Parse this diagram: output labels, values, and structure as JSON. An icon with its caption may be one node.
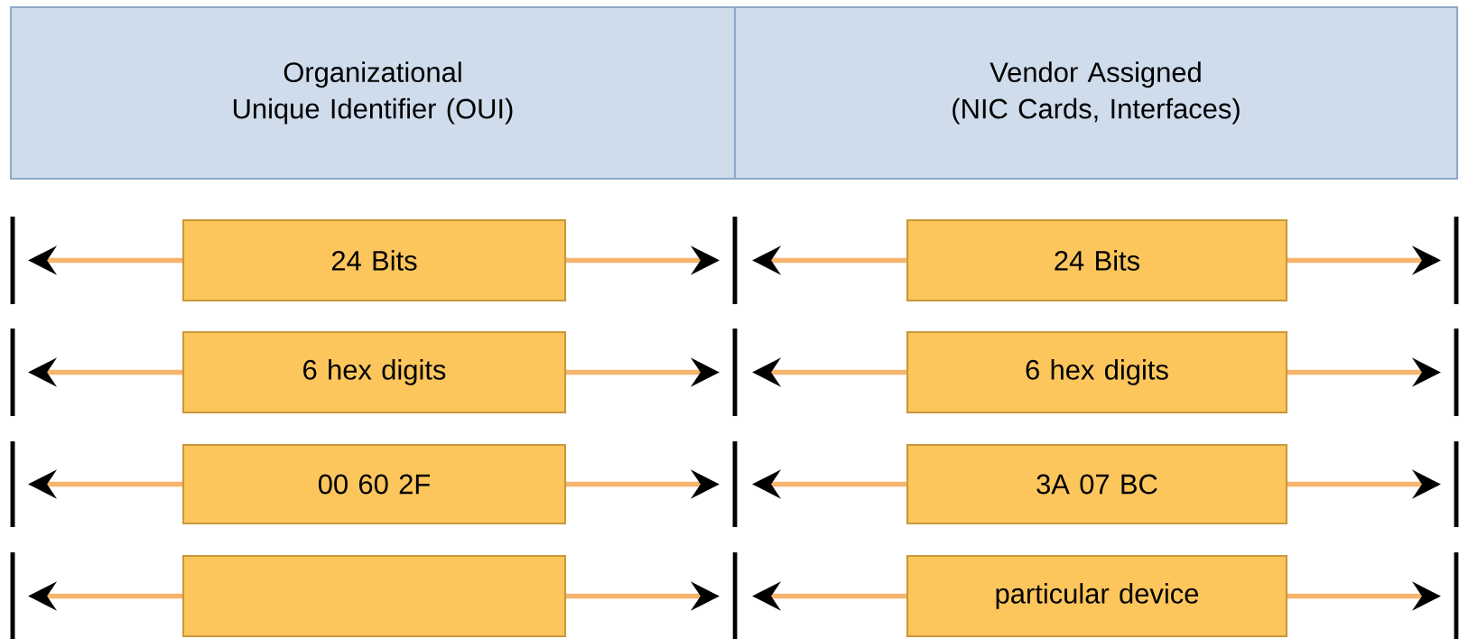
{
  "diagram": {
    "nodes": [
      {
        "text": [
          "Organizational Unique Identifier (OUI)"
        ]
      },
      {
        "text": [
          "Vendor Assigned (NIC Cards, Interfaces)"
        ]
      },
      {
        "text": [
          "24 Bits"
        ]
      },
      {
        "text": [
          "24 Bits"
        ]
      },
      {
        "text": [
          "6 hex digits"
        ]
      },
      {
        "text": [
          "6 hex digits"
        ]
      },
      {
        "text": [
          "00 60 2F"
        ]
      },
      {
        "text": [
          "3A 07 BC"
        ]
      },
      {
        "text": [],
        "shape": "box"
      },
      {
        "text": [
          "particular device"
        ]
      }
    ]
  }
}
